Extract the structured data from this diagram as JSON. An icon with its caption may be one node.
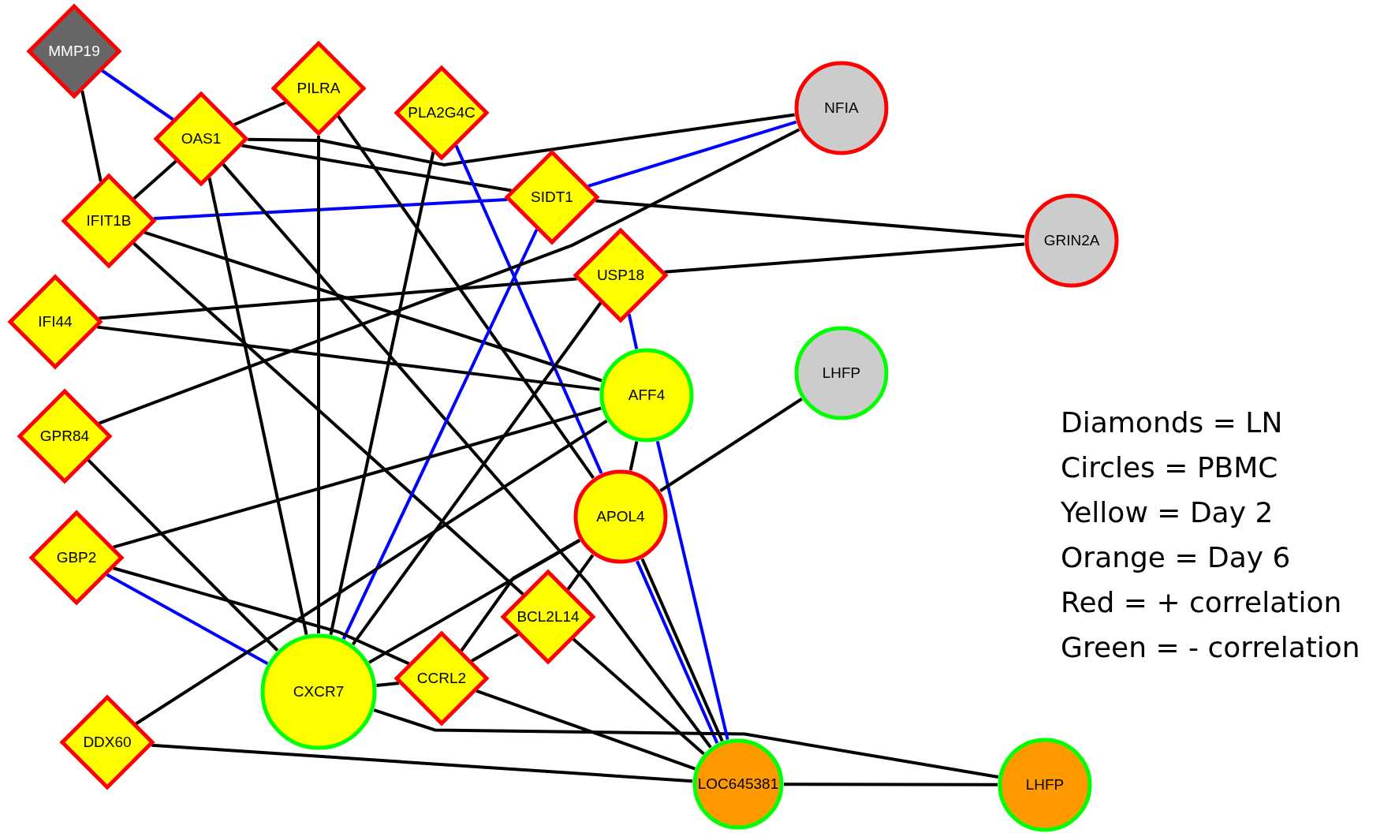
{
  "diagram": {
    "nodes": [
      {
        "text": [
          "MMP19"
        ]
      },
      {
        "text": [
          "PILRA"
        ]
      },
      {
        "text": [
          "PLA2G4C"
        ]
      },
      {
        "text": [
          "NFIA"
        ]
      },
      {
        "text": [
          "OAS1"
        ]
      },
      {
        "text": [
          "SIDT1"
        ]
      },
      {
        "text": [
          "IFIT1B"
        ]
      },
      {
        "text": [
          "GRIN2A"
        ]
      },
      {
        "text": [
          "USP18"
        ]
      },
      {
        "text": [
          "IFI44"
        ]
      },
      {
        "text": [
          "LHFP"
        ]
      },
      {
        "text": [
          "AFF4"
        ]
      },
      {
        "text": [
          "GPR84"
        ]
      },
      {
        "text": [
          "APOL4"
        ]
      },
      {
        "text": [
          "GBP2"
        ]
      },
      {
        "text": [
          "BCL2L14"
        ]
      },
      {
        "text": [
          "CCRL2"
        ]
      },
      {
        "text": [
          "CXCR7"
        ]
      },
      {
        "text": [
          "DDX60"
        ]
      },
      {
        "text": [
          "LOC645381"
        ]
      },
      {
        "text": [
          "LHFP"
        ]
      }
    ],
    "edges": [
      {
        "from": 0,
        "to": 4,
        "arrow": "none",
        "color": "#0000ff"
      },
      {
        "from": 0,
        "to": 6,
        "arrow": "none"
      },
      {
        "from": 6,
        "to": 4,
        "arrow": "none"
      },
      {
        "from": 4,
        "to": 1,
        "arrow": "none"
      },
      {
        "from": 4,
        "to": 3,
        "arrow": "none"
      },
      {
        "from": 4,
        "to": 5,
        "arrow": "none"
      },
      {
        "from": 5,
        "to": 7,
        "arrow": "none"
      },
      {
        "from": 6,
        "to": 5,
        "arrow": "none",
        "color": "#0000ff"
      },
      {
        "from": 5,
        "to": 3,
        "arrow": "none",
        "color": "#0000ff"
      },
      {
        "from": 4,
        "to": 17,
        "arrow": "none"
      },
      {
        "from": 4,
        "to": 19,
        "arrow": "none"
      },
      {
        "from": 6,
        "to": 15,
        "arrow": "none"
      },
      {
        "from": 6,
        "to": 11,
        "arrow": "none"
      },
      {
        "from": 1,
        "to": 17,
        "arrow": "none"
      },
      {
        "from": 1,
        "to": 13,
        "arrow": "none"
      },
      {
        "from": 13,
        "to": 19,
        "arrow": "none"
      },
      {
        "from": 2,
        "to": 17,
        "arrow": "none"
      },
      {
        "from": 2,
        "to": 13,
        "arrow": "none",
        "color": "#0000ff"
      },
      {
        "from": 13,
        "to": 19,
        "arrow": "none",
        "color": "#0000ff"
      },
      {
        "from": 5,
        "to": 17,
        "arrow": "none",
        "color": "#0000ff"
      },
      {
        "from": 8,
        "to": 7,
        "arrow": "none"
      },
      {
        "from": 8,
        "to": 9,
        "arrow": "none"
      },
      {
        "from": 8,
        "to": 11,
        "arrow": "none",
        "color": "#0000ff"
      },
      {
        "from": 8,
        "to": 17,
        "arrow": "none"
      },
      {
        "from": 3,
        "to": 12,
        "arrow": "none"
      },
      {
        "from": 9,
        "to": 11,
        "arrow": "none"
      },
      {
        "from": 12,
        "to": 17,
        "arrow": "none"
      },
      {
        "from": 14,
        "to": 11,
        "arrow": "none"
      },
      {
        "from": 14,
        "to": 17,
        "arrow": "none",
        "color": "#0000ff"
      },
      {
        "from": 14,
        "to": 16,
        "arrow": "none"
      },
      {
        "from": 18,
        "to": 11,
        "arrow": "none"
      },
      {
        "from": 18,
        "to": 19,
        "arrow": "none"
      },
      {
        "from": 17,
        "to": 13,
        "arrow": "none"
      },
      {
        "from": 16,
        "to": 15,
        "arrow": "none"
      },
      {
        "from": 17,
        "to": 16,
        "arrow": "none"
      },
      {
        "from": 16,
        "to": 13,
        "arrow": "none"
      },
      {
        "from": 16,
        "to": 19,
        "arrow": "none"
      },
      {
        "from": 17,
        "to": 20,
        "arrow": "none"
      },
      {
        "from": 11,
        "to": 19,
        "arrow": "none",
        "color": "#0000ff"
      },
      {
        "from": 11,
        "to": 13,
        "arrow": "none"
      },
      {
        "from": 13,
        "to": 15,
        "arrow": "none"
      },
      {
        "from": 13,
        "to": 10,
        "arrow": "none"
      },
      {
        "from": 15,
        "to": 19,
        "arrow": "none"
      },
      {
        "from": 19,
        "to": 20,
        "arrow": "none"
      }
    ],
    "labels": [
      "Diamonds = LN",
      "Circles = PBMC",
      "Yellow = Day 2",
      "Orange = Day 6",
      "Red = + correlation",
      "Green = - correlation"
    ]
  }
}
